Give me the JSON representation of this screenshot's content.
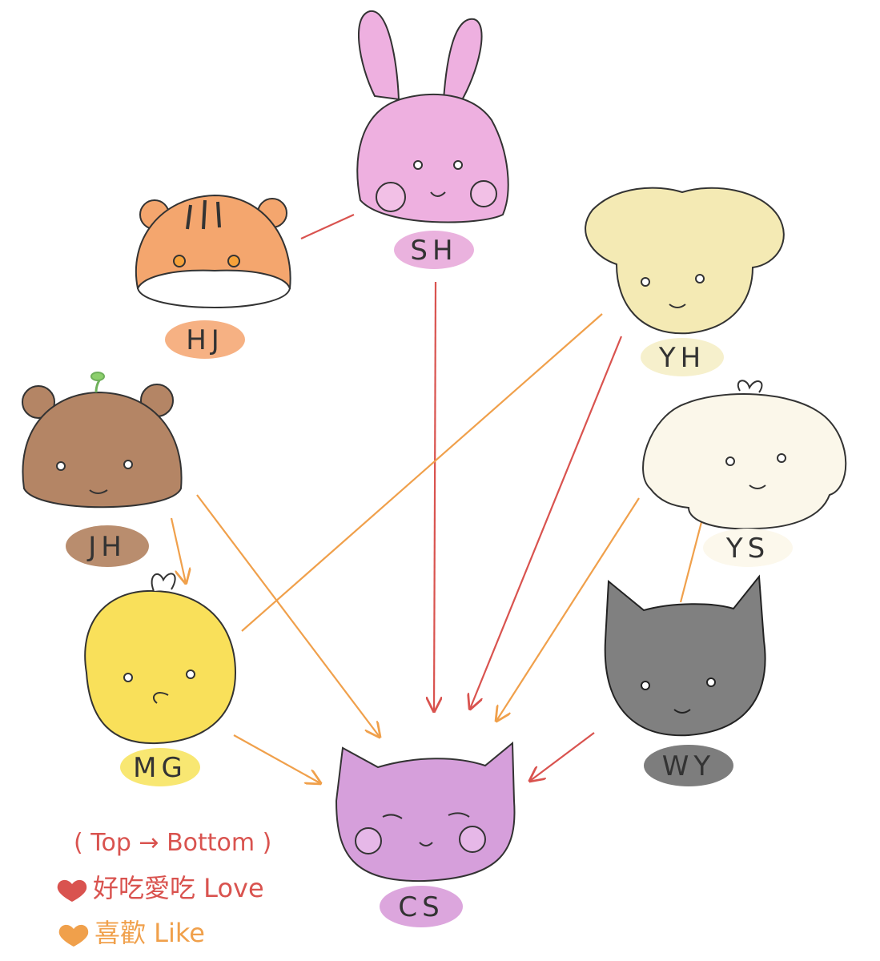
{
  "colors": {
    "love": "#d9534f",
    "like": "#f0a04b",
    "background": "#ffffff"
  },
  "nodes": [
    {
      "id": "SH",
      "label": "SH",
      "animal": "rabbit-icon",
      "face_color": "#eeb0e0",
      "tag_color": "#eab2de"
    },
    {
      "id": "HJ",
      "label": "HJ",
      "animal": "hamster-icon",
      "face_color": "#f4a66e",
      "tag_color": "#f6b183"
    },
    {
      "id": "YH",
      "label": "YH",
      "animal": "puppy-icon",
      "face_color": "#f4eab4",
      "tag_color": "#f6f0cc"
    },
    {
      "id": "JH",
      "label": "JH",
      "animal": "bear-icon",
      "face_color": "#b48565",
      "tag_color": "#b98d6e"
    },
    {
      "id": "YS",
      "label": "YS",
      "animal": "puppy-icon",
      "face_color": "#fbf7ea",
      "tag_color": "#fcf8ec"
    },
    {
      "id": "MG",
      "label": "MG",
      "animal": "chick-icon",
      "face_color": "#f9e05a",
      "tag_color": "#f8e772"
    },
    {
      "id": "WY",
      "label": "WY",
      "animal": "cat-icon",
      "face_color": "#808080",
      "tag_color": "#7d7d7d"
    },
    {
      "id": "CS",
      "label": "CS",
      "animal": "cat-icon",
      "face_color": "#d69fdb",
      "tag_color": "#dca6dd"
    }
  ],
  "edges": [
    {
      "from": "SH",
      "to": "HJ",
      "type": "love",
      "arrow": false
    },
    {
      "from": "SH",
      "to": "CS",
      "type": "love",
      "arrow": true
    },
    {
      "from": "YH",
      "to": "CS",
      "type": "love",
      "arrow": true
    },
    {
      "from": "YH",
      "to": "MG",
      "type": "like",
      "arrow": false
    },
    {
      "from": "YS",
      "to": "CS",
      "type": "like",
      "arrow": true
    },
    {
      "from": "YS",
      "to": "WY",
      "type": "like",
      "arrow": false
    },
    {
      "from": "WY",
      "to": "CS",
      "type": "love",
      "arrow": true
    },
    {
      "from": "JH",
      "to": "MG",
      "type": "like",
      "arrow": true
    },
    {
      "from": "JH",
      "to": "CS",
      "type": "like",
      "arrow": true
    },
    {
      "from": "MG",
      "to": "CS",
      "type": "like",
      "arrow": true
    }
  ],
  "legend": {
    "direction": "( Top → Bottom )",
    "love": "好吃愛吃 Love",
    "like": "喜歡 Like"
  }
}
